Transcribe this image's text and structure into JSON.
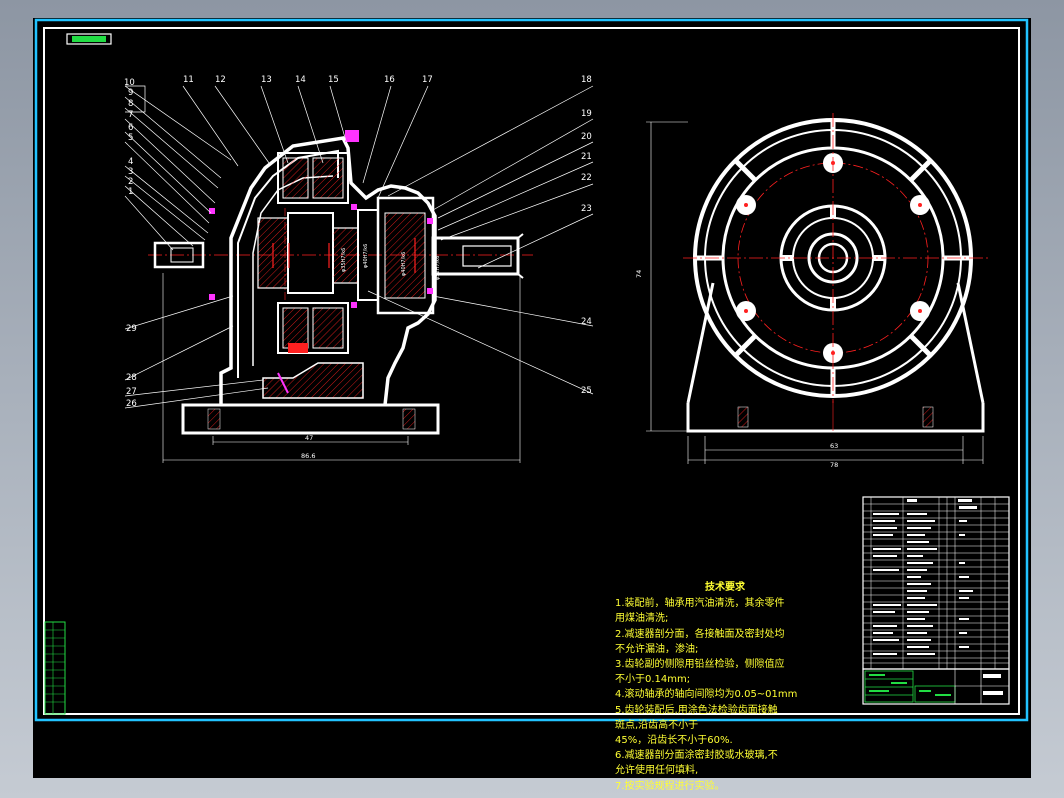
{
  "drawing": {
    "part_numbers_left": [
      "10",
      "9",
      "8",
      "7",
      "6",
      "5",
      "4",
      "3",
      "2",
      "1"
    ],
    "part_numbers_top": [
      "11",
      "12",
      "13",
      "14",
      "15",
      "16",
      "17"
    ],
    "part_numbers_right": [
      "18",
      "19",
      "20",
      "21",
      "22",
      "23",
      "24",
      "25"
    ],
    "part_numbers_bottom_left": [
      "29",
      "28",
      "27",
      "26"
    ],
    "dims": {
      "left_inner_width": "47",
      "left_overall_width": "86.6",
      "right_inner_width": "63",
      "right_overall_width": "78",
      "right_height": "74"
    }
  },
  "tech_requirements": {
    "title": "技术要求",
    "lines": [
      "1.装配前，轴承用汽油清洗，其余零件",
      "用煤油清洗;",
      "2.减速器剖分面，各接触面及密封处均",
      "不允许漏油，渗油;",
      "3.齿轮副的侧隙用铅丝检验，侧隙值应",
      "不小于0.14mm;",
      "4.滚动轴承的轴向间隙均为0.05~01mm",
      "5.齿轮装配后,用涂色法检验齿面接触",
      "斑点,沿齿高不小于",
      "45%，沿齿长不小于60%.",
      "6.减速器剖分面涂密封胶或水玻璃,不",
      "允许使用任何填料,",
      "7.按实验规程进行实验。"
    ]
  },
  "colors": {
    "background": "#000000",
    "frame": "#ffffff",
    "border_outer": "#22c3ff",
    "leader": "#ffffff",
    "centerline": "#ff2020",
    "hatch": "#ff2020",
    "notes_text": "#ffff33",
    "title_block_green": "#22dd44",
    "magenta": "#ff33ff"
  }
}
